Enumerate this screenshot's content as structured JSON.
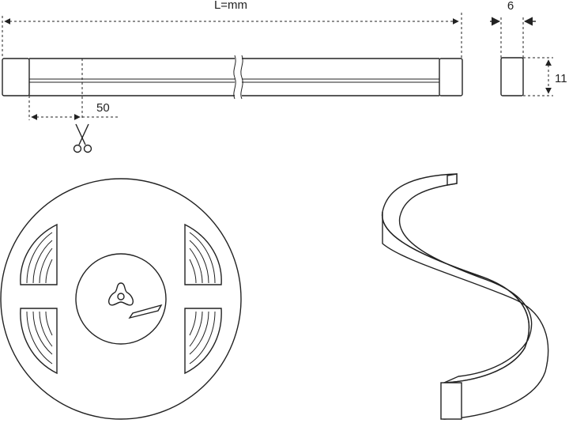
{
  "dimensions": {
    "length_label": "L=mm",
    "cut_interval_label": "50",
    "width_label": "6",
    "height_label": "11"
  },
  "icons": {
    "cut_marker": "scissors-icon",
    "reel": "reel-icon",
    "flex_strip": "flexible-strip-icon"
  },
  "colors": {
    "line": "#222222",
    "strip_face": "#e6e6e6",
    "background": "#ffffff"
  }
}
